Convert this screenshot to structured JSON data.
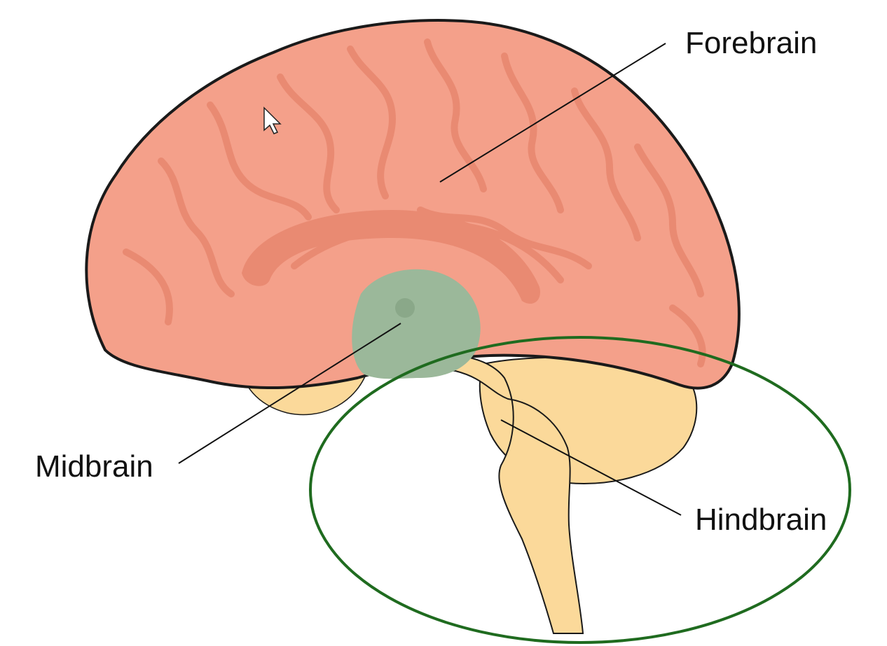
{
  "labels": {
    "forebrain": "Forebrain",
    "midbrain": "Midbrain",
    "hindbrain": "Hindbrain"
  },
  "colors": {
    "cerebrum": "#f4a08a",
    "cerebrum_shade": "#e98a72",
    "cerebrum_outline": "#1a1a1a",
    "midbrain": "#9bb89a",
    "hindbrain": "#fbd99a",
    "hindbrain_light": "#fde9c2",
    "highlight_ellipse": "#1f6b1f",
    "leader_line": "#111111"
  },
  "highlight": {
    "shape": "ellipse",
    "encloses": "hindbrain"
  },
  "cursor_icon": "arrow-cursor-icon"
}
